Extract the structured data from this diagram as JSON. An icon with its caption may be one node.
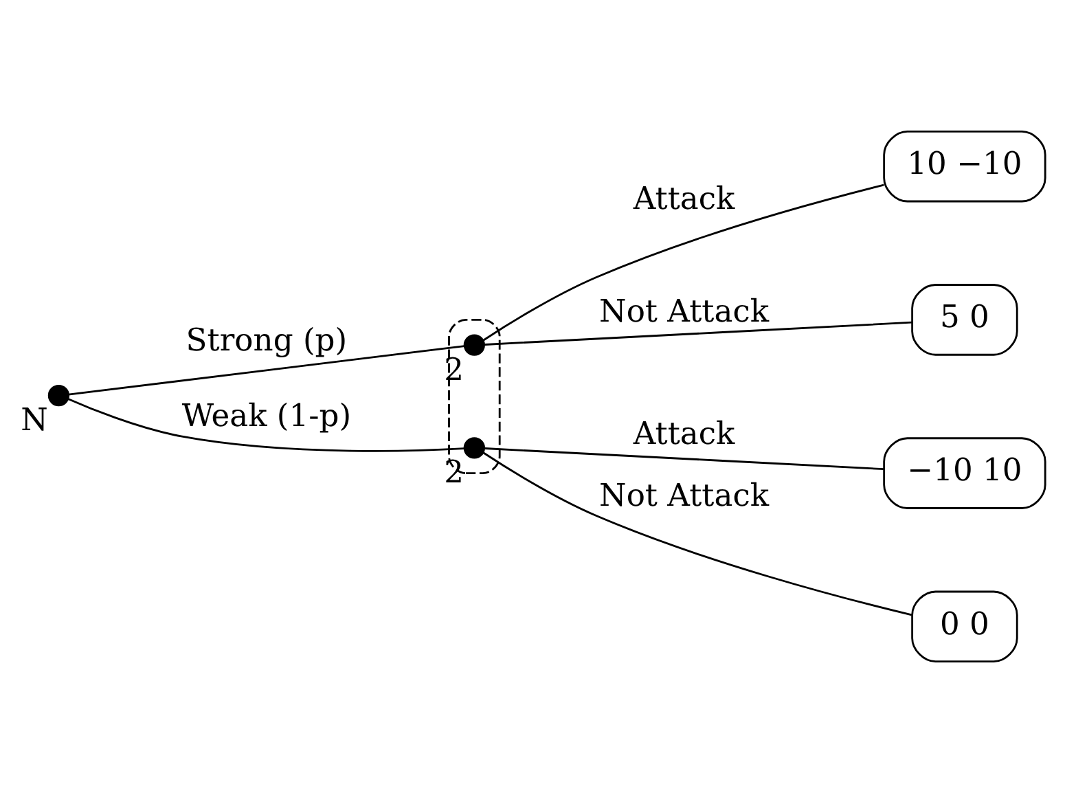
{
  "diagram": {
    "nodes": [
      {
        "text": [
          "N"
        ]
      },
      {
        "text": [],
        "shape": "box"
      },
      {
        "text": [
          "2"
        ],
        "in": 1
      },
      {
        "text": [
          "2"
        ],
        "in": 1
      },
      {
        "text": [
          "10 −10"
        ]
      },
      {
        "text": [
          "5 0"
        ]
      },
      {
        "text": [
          "−10 10"
        ]
      },
      {
        "text": [
          "0 0"
        ]
      }
    ],
    "edges": [
      {
        "from": 0,
        "to": 2,
        "arrow": "none",
        "label": "Strong (p)"
      },
      {
        "from": 0,
        "to": 3,
        "arrow": "none",
        "label": "Weak (1-p)"
      },
      {
        "from": 2,
        "to": 4,
        "arrow": "none",
        "label": "Attack"
      },
      {
        "from": 2,
        "to": 5,
        "arrow": "none",
        "label": "Not Attack"
      },
      {
        "from": 3,
        "to": 6,
        "arrow": "none",
        "label": "Attack"
      },
      {
        "from": 3,
        "to": 7,
        "arrow": "none",
        "label": "Not Attack"
      }
    ]
  }
}
